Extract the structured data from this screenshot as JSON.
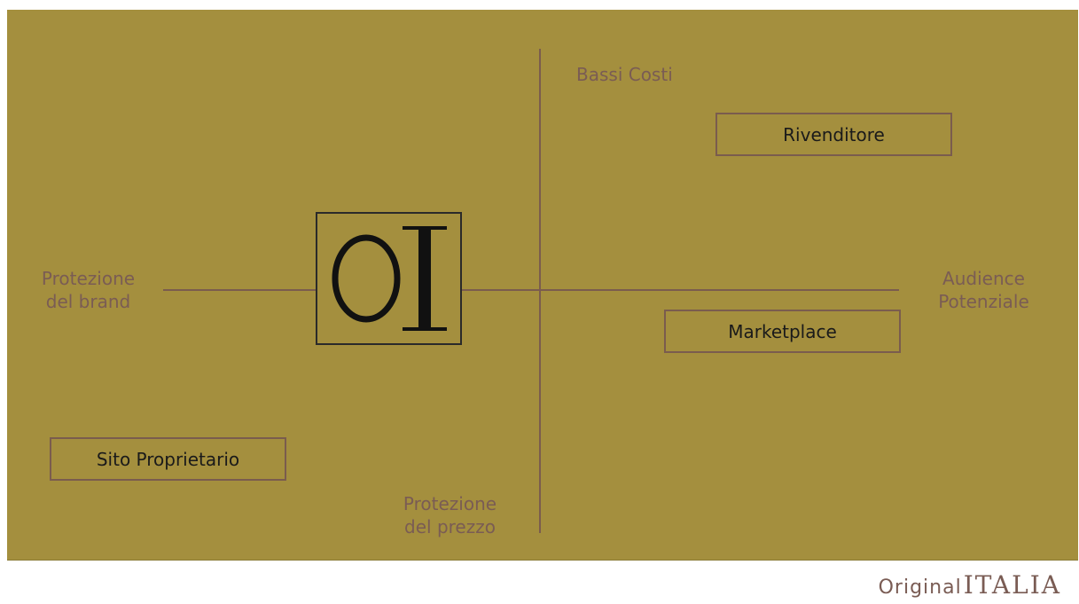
{
  "poles": {
    "top": "Bassi Costi",
    "left": "Protezione\ndel brand",
    "right": "Audience\nPotenziale",
    "bottom": "Protezione\ndel prezzo"
  },
  "channels": {
    "rivenditore": "Rivenditore",
    "marketplace": "Marketplace",
    "sito": "Sito Proprietario"
  },
  "logo": {
    "letters": "OI"
  },
  "brand": {
    "original": "Original",
    "italia": "ITALIA"
  },
  "colors": {
    "background": "#a48f3e",
    "axis": "#7a5c4e",
    "pole_text": "#7a5c54",
    "box_text": "#1a1a1a"
  }
}
